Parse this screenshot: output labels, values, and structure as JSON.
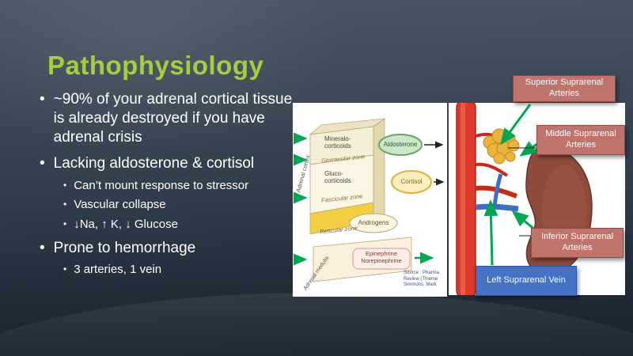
{
  "slide": {
    "title": "Pathophysiology",
    "bullets": [
      {
        "level": 1,
        "text": "~90% of your adrenal cortical tissue is already destroyed if you have adrenal crisis"
      },
      {
        "level": 1,
        "text": "Lacking aldosterone & cortisol"
      },
      {
        "level": 2,
        "text": "Can’t mount response to stressor"
      },
      {
        "level": 2,
        "text": "Vascular collapse"
      },
      {
        "level": 2,
        "text": "↓Na, ↑ K, ↓ Glucose"
      },
      {
        "level": 1,
        "text": "Prone to hemorrhage"
      },
      {
        "level": 2,
        "text": "3 arteries, 1 vein"
      }
    ]
  },
  "adrenal_diagram": {
    "cortex_label": "Adrenal cortex",
    "medulla_label": "Adrenal medulla",
    "zones": {
      "glomerular": "Glomerular zone",
      "fascicular": "Fascicular zone",
      "reticular": "Reticular zone"
    },
    "secretions": {
      "mineralocorticoids": "Mineralo-corticoids",
      "glucocorticoids": "Gluco-corticoids",
      "androgens": "Androgens",
      "medulla": "Epinephrine Norepinephrine"
    },
    "hormones": {
      "aldosterone": "Aldosterone",
      "cortisol": "Cortisol"
    },
    "source_lines": [
      "Source : Pharma",
      "Review (Thieme",
      "Simmons, Mark"
    ]
  },
  "anatomy": {
    "labels": {
      "superior_arteries": "Superior Suprarenal Arteries",
      "middle_arteries": "Middle Suprarenal Arteries",
      "inferior_arteries": "Inferior Suprarenal Arteries",
      "left_vein": "Left Suprarenal Vein"
    }
  },
  "colors": {
    "title": "#A3CE3D",
    "body_text": "#FFFFFF",
    "artery_label_bg": "#C0736C",
    "vein_label_bg": "#4472C4",
    "arrow_green": "#00A651",
    "background_top": "#4A5765",
    "background_bottom": "#16212C"
  }
}
